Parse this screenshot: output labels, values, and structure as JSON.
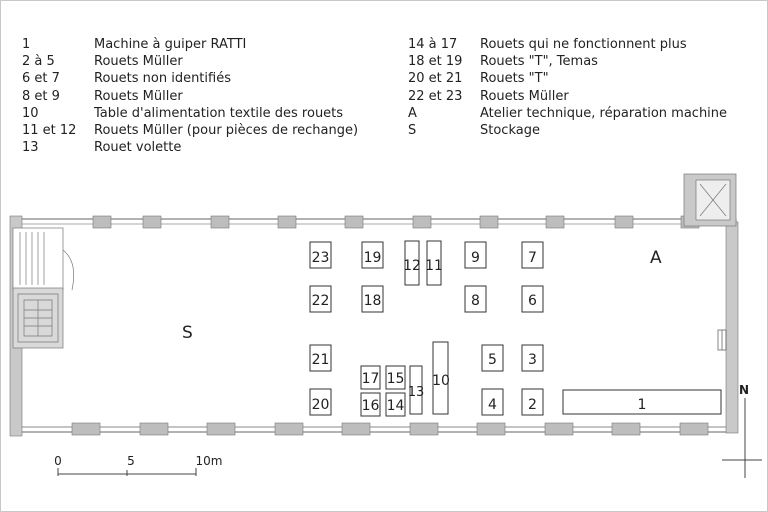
{
  "legend": {
    "left": [
      {
        "num": "1",
        "label": "Machine à guiper RATTI"
      },
      {
        "num": "2 à 5",
        "label": "Rouets Müller"
      },
      {
        "num": "6 et 7",
        "label": "Rouets non identifiés"
      },
      {
        "num": "8 et 9",
        "label": "Rouets Müller"
      },
      {
        "num": "10",
        "label": "Table d'alimentation textile des rouets"
      },
      {
        "num": "11 et 12",
        "label": "Rouets Müller (pour pièces de rechange)"
      },
      {
        "num": "13",
        "label": "Rouet volette"
      }
    ],
    "right": [
      {
        "num": "14 à 17",
        "label": "Rouets qui ne fonctionnent plus"
      },
      {
        "num": "18 et 19",
        "label": "Rouets \"T\", Temas"
      },
      {
        "num": "20 et 21",
        "label": "Rouets \"T\""
      },
      {
        "num": "22 et 23",
        "label": "Rouets Müller"
      },
      {
        "num": "A",
        "label": "Atelier technique, réparation machine"
      },
      {
        "num": "S",
        "label": "Stockage"
      }
    ]
  },
  "plan": {
    "zone_storage": "S",
    "zone_workshop": "A",
    "machines": [
      "1",
      "2",
      "3",
      "4",
      "5",
      "6",
      "7",
      "8",
      "9",
      "10",
      "11",
      "12",
      "13",
      "14",
      "15",
      "16",
      "17",
      "18",
      "19",
      "20",
      "21",
      "22",
      "23"
    ],
    "north": "N",
    "scale": [
      "0",
      "5",
      "10m"
    ]
  }
}
